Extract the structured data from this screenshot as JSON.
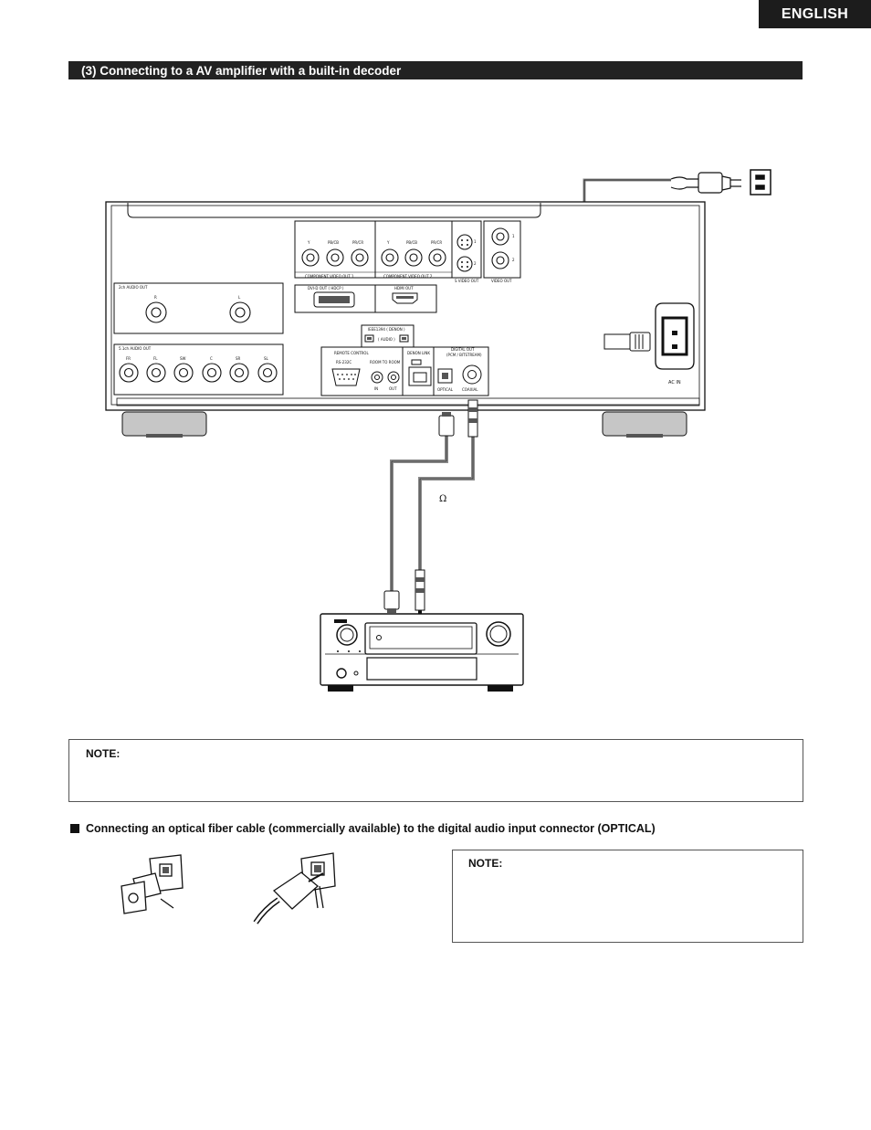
{
  "language_tab": "ENGLISH",
  "section_title": "(3) Connecting to a AV amplifier with a built-in decoder",
  "omega_symbol": "Ω",
  "panel_labels": {
    "component_out_1": "COMPONENT  VIDEO  OUT  1",
    "component_out_2": "COMPONENT  VIDEO  OUT  2",
    "s_video_out": "S VIDEO OUT",
    "video_out": "VIDEO OUT",
    "dvi_out": "DVI-D  OUT  ( HDCP )",
    "hdmi_out": "HDMI OUT",
    "two_ch_audio_out": "2ch AUDIO OUT",
    "five_ch_audio_out": "5.1ch AUDIO OUT",
    "ieee1394": "IEEE1394 ( DENON )",
    "audio": "( AUDIO )",
    "remote_control": "REMOTE CONTROL",
    "denon_link": "DENON LINK",
    "digital_out": "DIGITAL OUT",
    "digital_out_sub": "(PCM / BITSTREAM)",
    "rs232c": "RS-232C",
    "room_to_room": "ROOM TO ROOM",
    "in": "IN",
    "out": "OUT",
    "optical": "OPTICAL",
    "coaxial": "COAXIAL",
    "ac_in": "AC  IN",
    "y": "Y",
    "pb_cb": "PB/CB",
    "pr_cr": "PR/CR",
    "ch_r": "R",
    "ch_l": "L",
    "fr": "FR",
    "fl": "FL",
    "sw": "SW",
    "c": "C",
    "sr": "SR",
    "sl": "SL",
    "one": "1",
    "two": "2"
  },
  "note_1": {
    "label": "NOTE:"
  },
  "optical_heading": "Connecting an optical fiber cable (commercially available) to the digital audio input connector (OPTICAL)",
  "note_2": {
    "label": "NOTE:"
  }
}
